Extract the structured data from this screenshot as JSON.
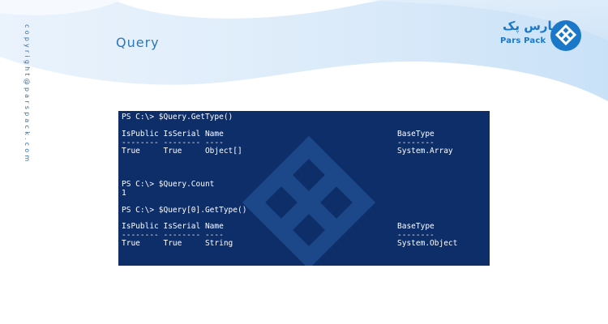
{
  "page": {
    "heading": "Query",
    "copyright": "copyright@parspack.com"
  },
  "logo": {
    "persian_text": "پارس پک",
    "latin_text": "Pars Pack",
    "mark_icon": "diamond-lattice-icon"
  },
  "colors": {
    "terminal_background": "#0e2e6a",
    "accent": "#2c78b8",
    "logo_blue": "#1b78c8"
  },
  "terminal": {
    "lines": [
      "PS C:\\> $Query.GetType()",
      "IsPublic IsSerial Name",
      "BaseType",
      "-------- -------- ----",
      "--------",
      "True     True     Object[]",
      "System.Array",
      "PS C:\\> $Query.Count",
      "1",
      "PS C:\\> $Query[0].GetType()",
      "IsPublic IsSerial Name",
      "BaseType",
      "-------- -------- ----",
      "--------",
      "True     True     String",
      "System.Object"
    ]
  }
}
